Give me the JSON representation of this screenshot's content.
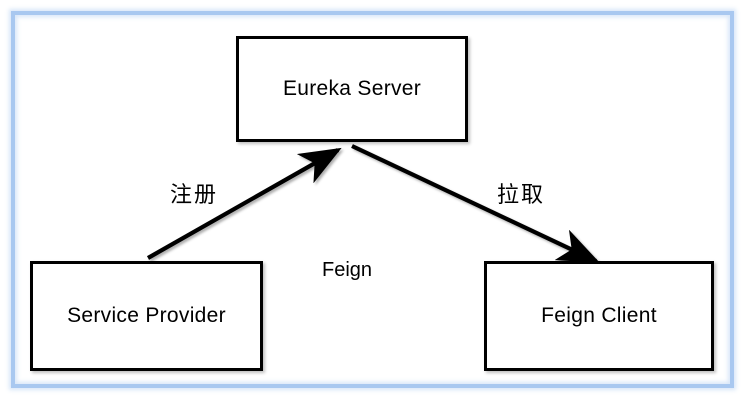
{
  "diagram": {
    "title": "Eureka Server / Service Provider / Feign Client interaction",
    "frame_color": "#a9c8f0",
    "stroke_color": "#000000",
    "background_color": "#ffffff",
    "nodes": [
      {
        "id": "eureka-server",
        "label": "Eureka Server"
      },
      {
        "id": "service-provider",
        "label": "Service Provider"
      },
      {
        "id": "feign-client",
        "label": "Feign Client"
      }
    ],
    "edges": [
      {
        "id": "register",
        "label": "注册",
        "from": "service-provider",
        "to": "eureka-server",
        "direction": "up-right"
      },
      {
        "id": "pull",
        "label": "拉取",
        "from": "eureka-server",
        "to": "feign-client",
        "direction": "down-right"
      },
      {
        "id": "feign",
        "label": "Feign",
        "from": "feign-client",
        "to": "service-provider",
        "direction": "left"
      }
    ]
  }
}
